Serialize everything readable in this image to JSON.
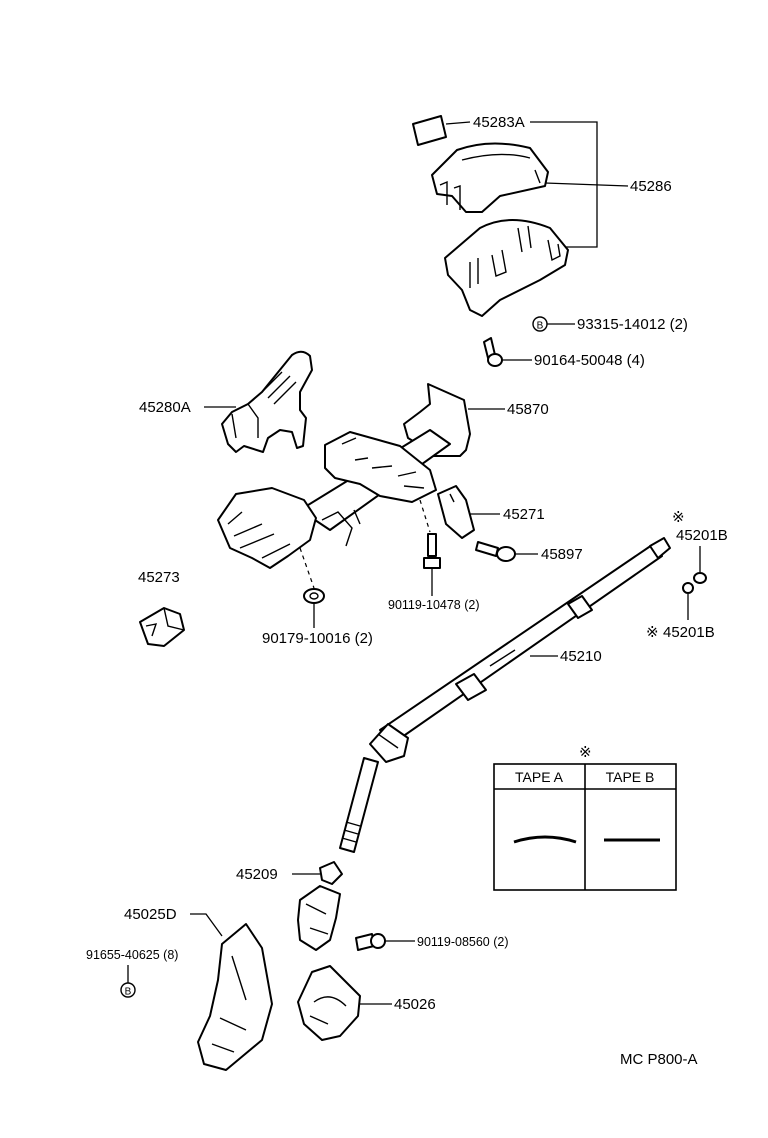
{
  "labels": {
    "l45283A": "45283A",
    "l45286": "45286",
    "l93315": "93315-14012 (2)",
    "l90164": "90164-50048 (4)",
    "l45280A": "45280A",
    "l45870": "45870",
    "l45271": "45271",
    "l45897": "45897",
    "l45201B_top": "45201B",
    "l45201B_bot": "45201B",
    "l45273": "45273",
    "l90119_10478": "90119-10478 (2)",
    "l90179": "90179-10016 (2)",
    "l45210": "45210",
    "l45209": "45209",
    "l45025D": "45025D",
    "l91655": "91655-40625 (8)",
    "l90119_08560": "90119-08560 (2)",
    "l45026": "45026"
  },
  "symbols": {
    "kome": "※",
    "b_mark": "B"
  },
  "tape_table": {
    "col_a": "TAPE A",
    "col_b": "TAPE B"
  },
  "footer": {
    "code": "MC P800-A"
  }
}
